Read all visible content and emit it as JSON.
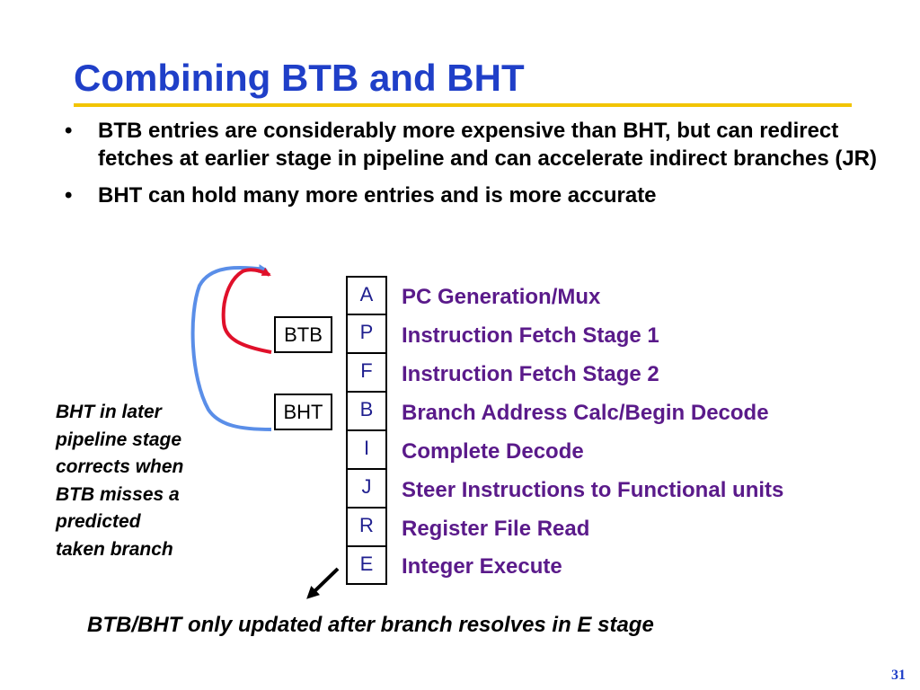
{
  "title": "Combining BTB and BHT",
  "bullets": [
    "BTB entries are considerably more expensive than BHT, but can redirect fetches at earlier stage in pipeline and can accelerate indirect branches (JR)",
    "BHT can hold many more entries and is more accurate"
  ],
  "bullet_glyph": "•",
  "stages": [
    {
      "code": "A",
      "desc": "PC Generation/Mux"
    },
    {
      "code": "P",
      "desc": "Instruction Fetch Stage 1"
    },
    {
      "code": "F",
      "desc": "Instruction Fetch Stage 2"
    },
    {
      "code": "B",
      "desc": "Branch Address Calc/Begin Decode"
    },
    {
      "code": "I",
      "desc": "Complete Decode"
    },
    {
      "code": "J",
      "desc": "Steer Instructions to Functional units"
    },
    {
      "code": "R",
      "desc": "Register File Read"
    },
    {
      "code": "E",
      "desc": "Integer Execute"
    }
  ],
  "side_boxes": {
    "btb": "BTB",
    "bht": "BHT"
  },
  "side_note": [
    "BHT in later",
    "pipeline stage",
    "corrects when",
    "BTB misses a",
    "predicted",
    "taken branch"
  ],
  "footnote": "BTB/BHT only updated after branch resolves in E stage",
  "page_number": "31",
  "colors": {
    "title": "#1f3fc8",
    "rule": "#f2c400",
    "stage_desc": "#5a1a8a",
    "btb_arrow": "#e0102a",
    "bht_arrow": "#5a8ee8"
  }
}
